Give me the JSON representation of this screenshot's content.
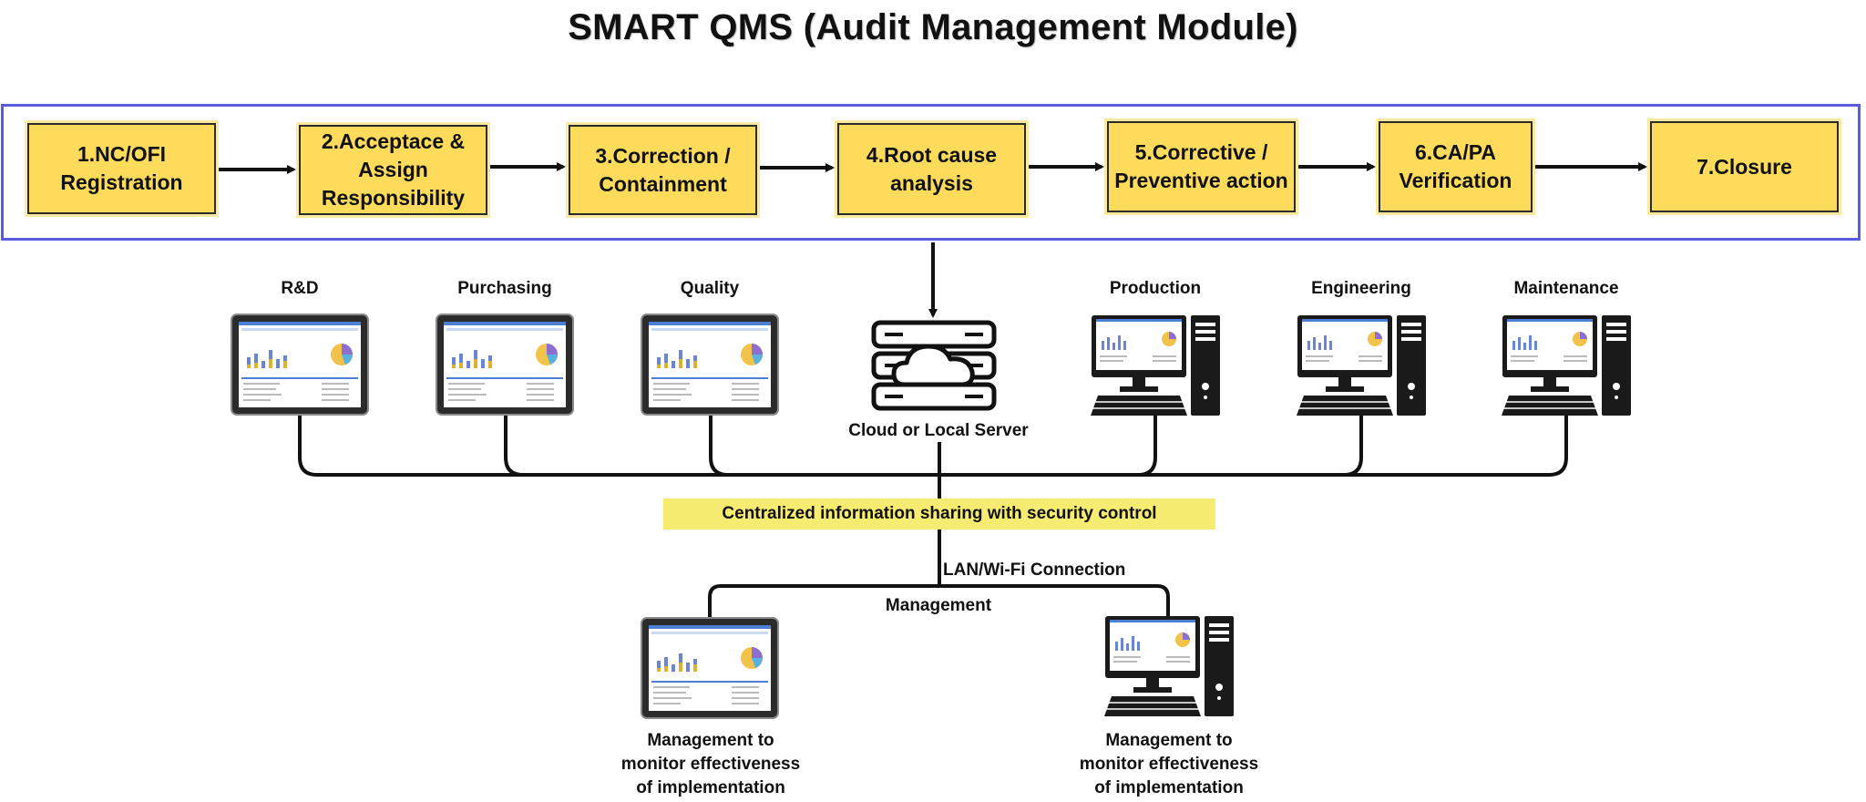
{
  "title": "SMART QMS (Audit Management Module)",
  "colors": {
    "step_fill": "#fedb5b",
    "band_border": "#5a5ce0",
    "banner_fill": "#f7ec72",
    "line": "#111111"
  },
  "steps": [
    {
      "label": "1.NC/OFI\nRegistration"
    },
    {
      "label": "2.Acceptace &\nAssign\nResponsibility"
    },
    {
      "label": "3.Correction /\nContainment"
    },
    {
      "label": "4.Root cause\nanalysis"
    },
    {
      "label": "5.Corrective /\nPreventive action"
    },
    {
      "label": "6.CA/PA\nVerification"
    },
    {
      "label": "7.Closure"
    }
  ],
  "departments": [
    {
      "name": "R&D",
      "device": "tablet-icon"
    },
    {
      "name": "Purchasing",
      "device": "tablet-icon"
    },
    {
      "name": "Quality",
      "device": "tablet-icon"
    },
    {
      "name": "Production",
      "device": "desktop-computer-icon"
    },
    {
      "name": "Engineering",
      "device": "desktop-computer-icon"
    },
    {
      "name": "Maintenance",
      "device": "desktop-computer-icon"
    }
  ],
  "server": {
    "label": "Cloud or Local Server",
    "icon": "cloud-server-icon"
  },
  "banner": "Centralized information sharing with security control",
  "connection_label": "LAN/Wi-Fi Connection",
  "management": {
    "label": "Management",
    "caption_left": "Management to\nmonitor effectiveness\nof implementation",
    "caption_right": "Management to\nmonitor effectiveness\nof implementation"
  }
}
